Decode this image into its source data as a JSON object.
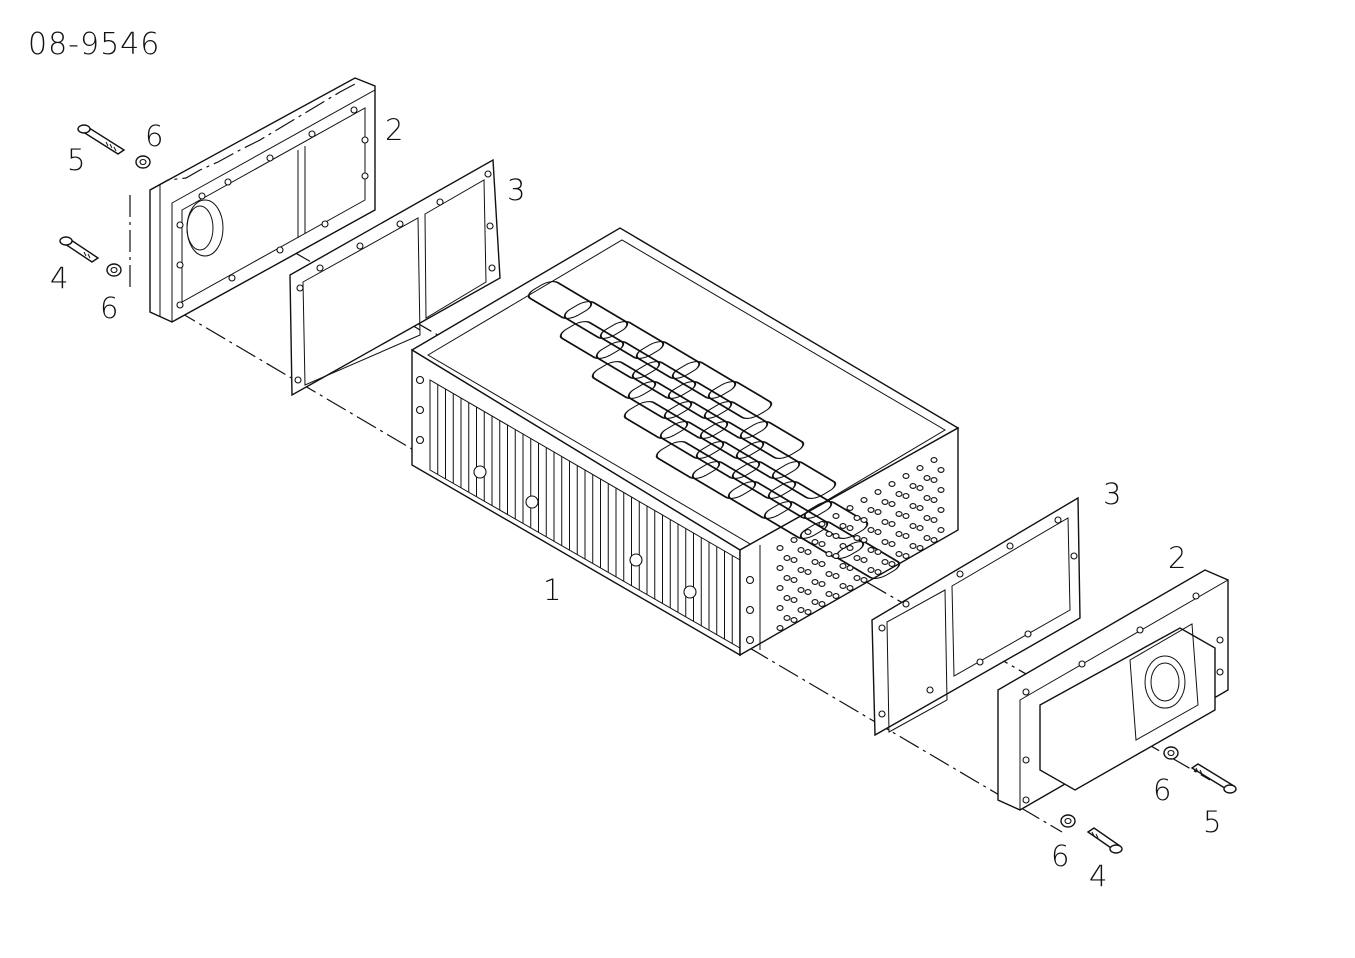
{
  "drawing_number": "08-9546",
  "callouts": [
    {
      "id": "c1",
      "text": "1"
    },
    {
      "id": "c2a",
      "text": "2"
    },
    {
      "id": "c2b",
      "text": "2"
    },
    {
      "id": "c3a",
      "text": "3"
    },
    {
      "id": "c3b",
      "text": "3"
    },
    {
      "id": "c4a",
      "text": "4"
    },
    {
      "id": "c4b",
      "text": "4"
    },
    {
      "id": "c5a",
      "text": "5"
    },
    {
      "id": "c5b",
      "text": "5"
    },
    {
      "id": "c6a",
      "text": "6"
    },
    {
      "id": "c6b",
      "text": "6"
    },
    {
      "id": "c6c",
      "text": "6"
    },
    {
      "id": "c6d",
      "text": "6"
    }
  ],
  "colors": {
    "line": "#111111",
    "background": "#ffffff"
  }
}
